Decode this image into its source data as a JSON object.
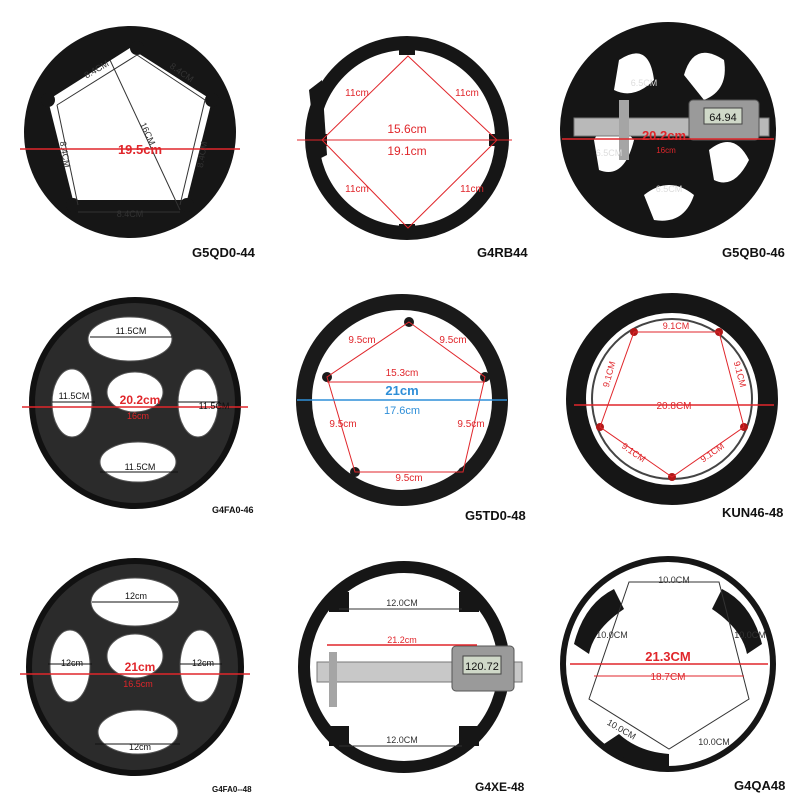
{
  "panels": [
    {
      "model": "G5QD0-44",
      "dims": {
        "outer": "19.5cm",
        "diag": "16CM",
        "seg1": "8.4CM",
        "seg2": "8.4CM",
        "seg3": "8.4CM",
        "seg4": "8.4CM",
        "seg5": "8.4CM"
      }
    },
    {
      "model": "G4RB44",
      "dims": {
        "inner": "15.6cm",
        "outer": "19.1cm",
        "tl": "11cm",
        "tr": "11cm",
        "bl": "11cm",
        "br": "11cm"
      }
    },
    {
      "model": "G5QB0-46",
      "dims": {
        "outer": "20.2cm",
        "inner": "16cm",
        "top": "6.5CM",
        "left": "6.5CM",
        "bottom": "6.5CM",
        "caliper": "64.94"
      }
    },
    {
      "model": "G4FA0-46",
      "dims": {
        "outer": "20.2cm",
        "inner": "16cm",
        "top": "11.5CM",
        "left": "11.5CM",
        "right": "11.5CM",
        "bottom": "11.5CM"
      }
    },
    {
      "model": "G5TD0-48",
      "dims": {
        "outer": "21cm",
        "inner": "17.6cm",
        "chord": "15.3cm",
        "tl": "9.5cm",
        "tr": "9.5cm",
        "l": "9.5cm",
        "r": "9.5cm",
        "b": "9.5cm"
      }
    },
    {
      "model": "KUN46-48",
      "dims": {
        "outer": "20.8CM",
        "top": "9.1CM",
        "left": "9.1CM",
        "right": "9.1CM",
        "bl": "9.1CM",
        "br": "9.1CM"
      }
    },
    {
      "model": "G4FA0--48",
      "dims": {
        "outer": "21cm",
        "inner": "16.5cm",
        "top": "12cm",
        "left": "12cm",
        "right": "12cm",
        "bottom": "12cm"
      }
    },
    {
      "model": "G4XE-48",
      "dims": {
        "outer": "21.2cm",
        "top": "12.0CM",
        "bottom": "12.0CM",
        "caliper": "120.72"
      }
    },
    {
      "model": "G4QA48",
      "dims": {
        "outer": "21.3CM",
        "inner": "18.7CM",
        "top": "10.0CM",
        "left": "10.0CM",
        "right": "10.0CM",
        "bl": "10.0CM",
        "br": "10.0CM"
      }
    }
  ],
  "colors": {
    "ring": "#141414",
    "measure_red": "#e0262b",
    "measure_blue": "#2f8fd8",
    "background": "#ffffff"
  }
}
